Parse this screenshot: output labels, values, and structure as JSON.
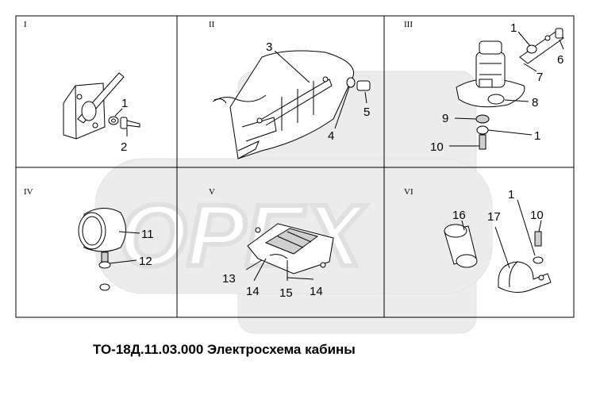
{
  "watermark": {
    "text": "OPEX"
  },
  "panels": [
    {
      "roman": "I"
    },
    {
      "roman": "II"
    },
    {
      "roman": "III"
    },
    {
      "roman": "IV"
    },
    {
      "roman": "V"
    },
    {
      "roman": "VI"
    }
  ],
  "labels": {
    "p1_1": "1",
    "p1_2": "2",
    "p2_3": "3",
    "p2_4": "4",
    "p2_5": "5",
    "p3_1a": "1",
    "p3_6": "6",
    "p3_7": "7",
    "p3_8": "8",
    "p3_9": "9",
    "p3_1b": "1",
    "p3_10": "10",
    "p4_11": "11",
    "p4_12": "12",
    "p5_13": "13",
    "p5_14a": "14",
    "p5_15": "15",
    "p5_14b": "14",
    "p6_16": "16",
    "p6_17": "17",
    "p6_1": "1",
    "p6_10": "10"
  },
  "caption": "ТО-18Д.11.03.000 Электросхема кабины"
}
